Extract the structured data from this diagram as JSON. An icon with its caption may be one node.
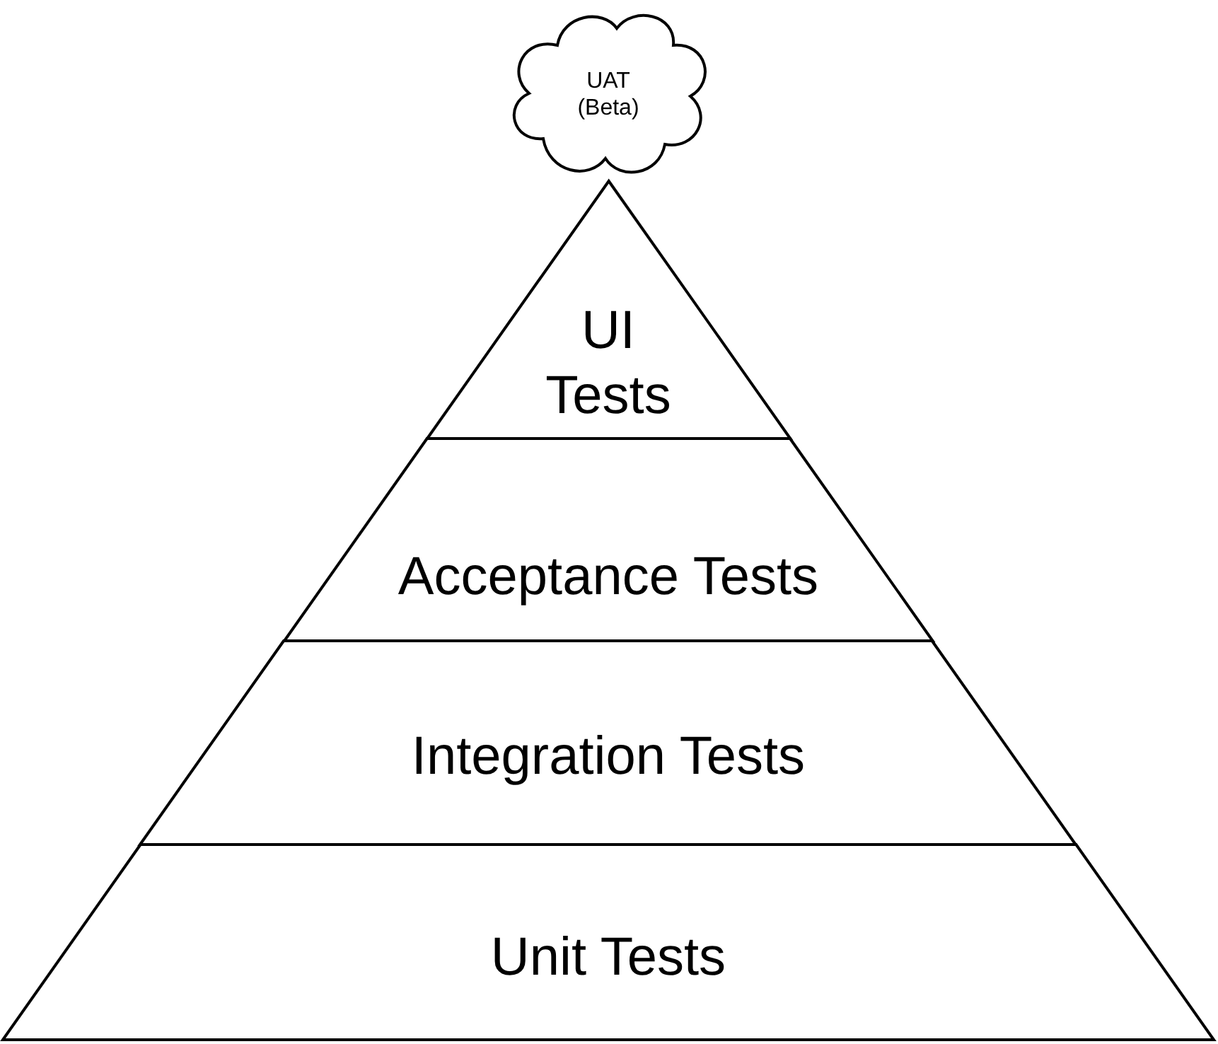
{
  "diagram": {
    "nodes": [
      {
        "text": [
          "UAT (Beta)"
        ]
      },
      {
        "text": [
          "UI Tests"
        ]
      },
      {
        "text": [
          "Acceptance Tests"
        ]
      },
      {
        "text": [
          "Integration Tests"
        ]
      },
      {
        "text": [
          "Unit Tests"
        ]
      }
    ]
  }
}
